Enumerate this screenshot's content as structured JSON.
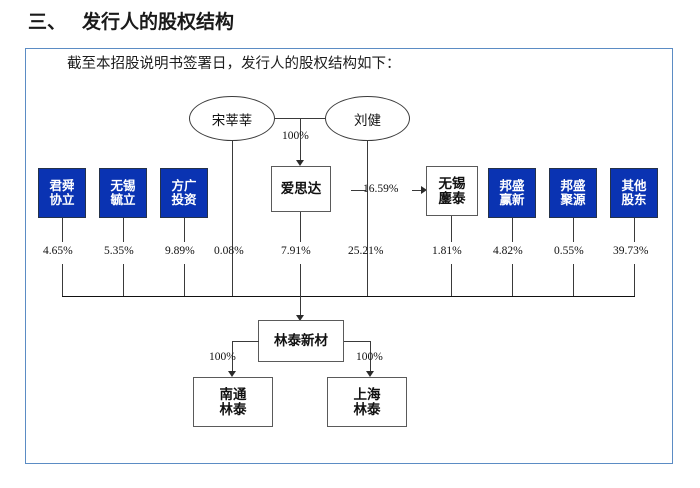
{
  "section": {
    "number": "三、",
    "title": "发行人的股权结构"
  },
  "lead_text": "截至本招股说明书签署日，发行人的股权结构如下：",
  "persons": [
    {
      "name": "宋莘莘"
    },
    {
      "name": "刘健"
    }
  ],
  "person_links": {
    "song_to_aisida": "100%",
    "liu_to_wuxi_aotai": "16.59%"
  },
  "shareholders": [
    {
      "name_line1": "君舜",
      "name_line2": "协立",
      "style": "blue",
      "pct": "4.65%"
    },
    {
      "name_line1": "无锡",
      "name_line2": "毓立",
      "style": "blue",
      "pct": "5.35%"
    },
    {
      "name_line1": "方广",
      "name_line2": "投资",
      "style": "blue",
      "pct": "9.89%"
    },
    {
      "name_line1": "",
      "name_line2": "",
      "style": "none",
      "pct": "0.08%"
    },
    {
      "name_line1": "爱思达",
      "name_line2": "",
      "style": "white",
      "pct": "7.91%"
    },
    {
      "name_line1": "",
      "name_line2": "",
      "style": "none",
      "pct": "25.21%"
    },
    {
      "name_line1": "无锡",
      "name_line2": "鏖泰",
      "style": "white",
      "pct": "1.81%"
    },
    {
      "name_line1": "邦盛",
      "name_line2": "赢新",
      "style": "blue",
      "pct": "4.82%"
    },
    {
      "name_line1": "邦盛",
      "name_line2": "聚源",
      "style": "blue",
      "pct": "0.55%"
    },
    {
      "name_line1": "其他",
      "name_line2": "股东",
      "style": "blue",
      "pct": "39.73%"
    }
  ],
  "issuer": {
    "name": "林泰新材"
  },
  "subsidiaries": [
    {
      "name_line1": "南通",
      "name_line2": "林泰",
      "pct": "100%"
    },
    {
      "name_line1": "上海",
      "name_line2": "林泰",
      "pct": "100%"
    }
  ],
  "colors": {
    "shareholder_blue": "#0A33B2",
    "frame_border": "#5b8cc4",
    "line": "#3a3a3a",
    "text": "#111111"
  }
}
